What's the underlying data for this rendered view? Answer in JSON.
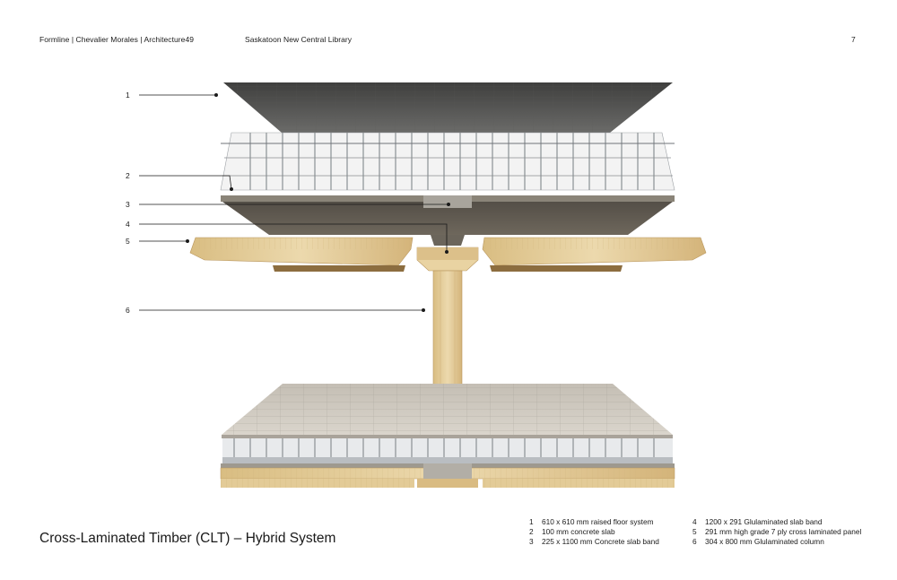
{
  "header": {
    "left": "Formline | Chevalier Morales | Architecture49",
    "center": "Saskatoon New Central Library",
    "page_number": "7"
  },
  "callouts": [
    "1",
    "2",
    "3",
    "4",
    "5",
    "6"
  ],
  "figure": {
    "title": "Cross-Laminated Timber (CLT) – Hybrid System"
  },
  "legend": [
    {
      "num": "1",
      "text": "610 x 610 mm raised floor system"
    },
    {
      "num": "2",
      "text": "100 mm concrete slab"
    },
    {
      "num": "3",
      "text": "225 x 1100 mm Concrete slab band"
    },
    {
      "num": "4",
      "text": "1200 x 291 Glulaminated slab band"
    },
    {
      "num": "5",
      "text": "291 mm high grade 7 ply cross laminated panel"
    },
    {
      "num": "6",
      "text": "304 x 800 mm Glulaminated column"
    }
  ],
  "colors": {
    "concrete_dark": "#4a4a48",
    "concrete_slab": "#5f5a52",
    "timber": "#e6cf9e",
    "timber_edge": "#c9a86a",
    "floor_tile": "#cfc9bf"
  }
}
